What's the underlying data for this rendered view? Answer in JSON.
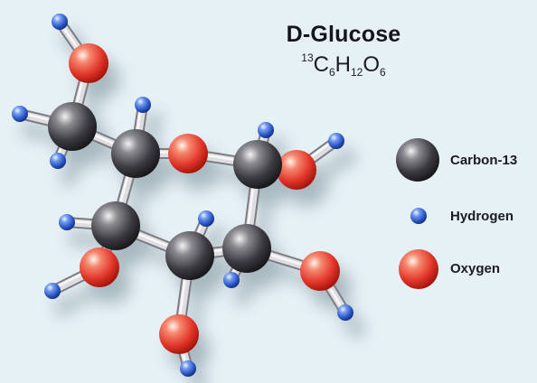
{
  "title": "D-Glucose",
  "formula": {
    "c_mass": "13",
    "c_symbol": "C",
    "c_count": "6",
    "h_symbol": "H",
    "h_count": "12",
    "o_symbol": "O",
    "o_count": "6"
  },
  "legend": {
    "carbon": "Carbon-13",
    "hydrogen": "Hydrogen",
    "oxygen": "Oxygen"
  },
  "colors": {
    "background": "#e6f1f6",
    "carbon": "#3c3c42",
    "hydrogen": "#2e58c4",
    "oxygen": "#e2382a",
    "bond": "#c4c4c4"
  }
}
